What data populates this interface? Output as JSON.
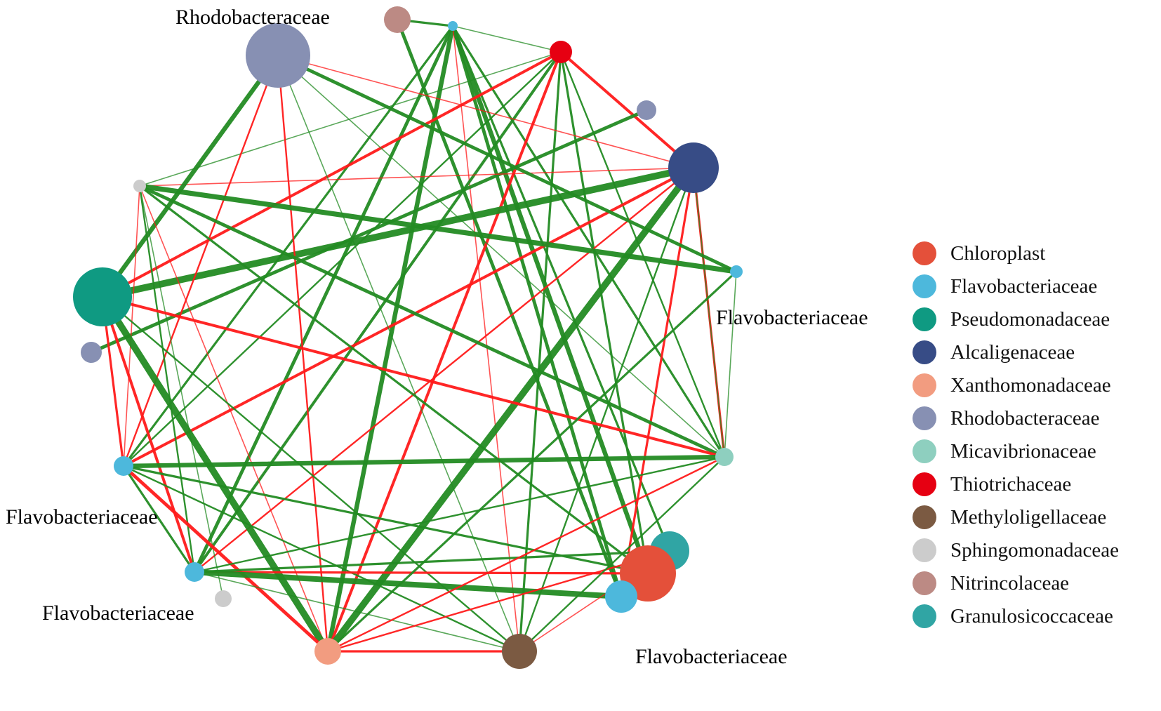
{
  "colors": {
    "positive_edge": "#238b23",
    "negative_edge": "#ff1a1a"
  },
  "legend": [
    {
      "label": "Chloroplast",
      "color": "#e4503a"
    },
    {
      "label": "Flavobacteriaceae",
      "color": "#4db8dc"
    },
    {
      "label": "Pseudomonadaceae",
      "color": "#0f9a82"
    },
    {
      "label": "Alcaligenaceae",
      "color": "#374c86"
    },
    {
      "label": "Xanthomonadaceae",
      "color": "#f29c80"
    },
    {
      "label": "Rhodobacteraceae",
      "color": "#8790b3"
    },
    {
      "label": "Micavibrionaceae",
      "color": "#8ecfbf"
    },
    {
      "label": "Thiotrichaceae",
      "color": "#e60012"
    },
    {
      "label": "Methyloligellaceae",
      "color": "#7b5a42"
    },
    {
      "label": "Sphingomonadaceae",
      "color": "#cccccc"
    },
    {
      "label": "Nitrincolaceae",
      "color": "#bc8a84"
    },
    {
      "label": "Granulosicoccaceae",
      "color": "#30a5a4"
    }
  ],
  "node_labels": {
    "rhodo_big": "Rhodobacteraceae",
    "flavo_right": "Flavobacteriaceae",
    "flavo_left": "Flavobacteriaceae",
    "flavo_lowleft": "Flavobacteriaceae",
    "flavo_bottom": "Flavobacteriaceae"
  },
  "nodes": [
    {
      "id": "rhodo_big",
      "family": "Rhodobacteraceae"
    },
    {
      "id": "nitrin",
      "family": "Nitrincolaceae"
    },
    {
      "id": "flavo_top",
      "family": "Flavobacteriaceae"
    },
    {
      "id": "thio",
      "family": "Thiotrichaceae"
    },
    {
      "id": "rhodo_sm1",
      "family": "Rhodobacteraceae"
    },
    {
      "id": "alcal",
      "family": "Alcaligenaceae"
    },
    {
      "id": "flavo_right",
      "family": "Flavobacteriaceae"
    },
    {
      "id": "mica",
      "family": "Micavibrionaceae"
    },
    {
      "id": "granu",
      "family": "Granulosicoccaceae"
    },
    {
      "id": "chloro",
      "family": "Chloroplast"
    },
    {
      "id": "flavo_bottom",
      "family": "Flavobacteriaceae"
    },
    {
      "id": "methyl",
      "family": "Methyloligellaceae"
    },
    {
      "id": "xantho",
      "family": "Xanthomonadaceae"
    },
    {
      "id": "sphingo2",
      "family": "Sphingomonadaceae"
    },
    {
      "id": "flavo_lowleft",
      "family": "Flavobacteriaceae"
    },
    {
      "id": "flavo_left",
      "family": "Flavobacteriaceae"
    },
    {
      "id": "rhodo_sm2",
      "family": "Rhodobacteraceae"
    },
    {
      "id": "pseudo",
      "family": "Pseudomonadaceae"
    },
    {
      "id": "sphingo1",
      "family": "Sphingomonadaceae"
    }
  ],
  "edges": [
    {
      "a": "flavo_top",
      "b": "nitrin",
      "sign": "positive",
      "weight": 2
    },
    {
      "a": "flavo_top",
      "b": "thio",
      "sign": "positive",
      "weight": 1
    },
    {
      "a": "flavo_top",
      "b": "chloro",
      "sign": "positive",
      "weight": 4
    },
    {
      "a": "flavo_top",
      "b": "flavo_bottom",
      "sign": "positive",
      "weight": 3
    },
    {
      "a": "flavo_top",
      "b": "mica",
      "sign": "positive",
      "weight": 2
    },
    {
      "a": "flavo_top",
      "b": "granu",
      "sign": "positive",
      "weight": 2
    },
    {
      "a": "flavo_top",
      "b": "flavo_lowleft",
      "sign": "positive",
      "weight": 3
    },
    {
      "a": "flavo_top",
      "b": "xantho",
      "sign": "positive",
      "weight": 4
    },
    {
      "a": "flavo_top",
      "b": "flavo_left",
      "sign": "positive",
      "weight": 2
    },
    {
      "a": "flavo_top",
      "b": "methyl",
      "sign": "negative",
      "weight": 1
    },
    {
      "a": "nitrin",
      "b": "flavo_bottom",
      "sign": "positive",
      "weight": 3
    },
    {
      "a": "thio",
      "b": "alcal",
      "sign": "negative",
      "weight": 2.5
    },
    {
      "a": "thio",
      "b": "pseudo",
      "sign": "negative",
      "weight": 2.5
    },
    {
      "a": "thio",
      "b": "flavo_lowleft",
      "sign": "positive",
      "weight": 2.5
    },
    {
      "a": "thio",
      "b": "xantho",
      "sign": "negative",
      "weight": 2.5
    },
    {
      "a": "thio",
      "b": "methyl",
      "sign": "positive",
      "weight": 2
    },
    {
      "a": "thio",
      "b": "chloro",
      "sign": "positive",
      "weight": 2
    },
    {
      "a": "thio",
      "b": "mica",
      "sign": "positive",
      "weight": 1.5
    },
    {
      "a": "thio",
      "b": "sphingo1",
      "sign": "positive",
      "weight": 1
    },
    {
      "a": "thio",
      "b": "flavo_left",
      "sign": "positive",
      "weight": 1.5
    },
    {
      "a": "rhodo_sm1",
      "b": "rhodo_sm2",
      "sign": "positive",
      "weight": 3
    },
    {
      "a": "alcal",
      "b": "rhodo_big",
      "sign": "negative",
      "weight": 1
    },
    {
      "a": "alcal",
      "b": "sphingo1",
      "sign": "negative",
      "weight": 1
    },
    {
      "a": "alcal",
      "b": "pseudo",
      "sign": "positive",
      "weight": 6
    },
    {
      "a": "alcal",
      "b": "flavo_left",
      "sign": "negative",
      "weight": 2.5
    },
    {
      "a": "alcal",
      "b": "xantho",
      "sign": "positive",
      "weight": 6
    },
    {
      "a": "alcal",
      "b": "flavo_lowleft",
      "sign": "negative",
      "weight": 1.5
    },
    {
      "a": "alcal",
      "b": "flavo_bottom",
      "sign": "negative",
      "weight": 2
    },
    {
      "a": "alcal",
      "b": "mica",
      "sign": "negative",
      "weight": 2
    },
    {
      "a": "alcal",
      "b": "methyl",
      "sign": "positive",
      "weight": 1.5
    },
    {
      "a": "rhodo_big",
      "b": "pseudo",
      "sign": "positive",
      "weight": 4
    },
    {
      "a": "rhodo_big",
      "b": "flavo_left",
      "sign": "negative",
      "weight": 1.5
    },
    {
      "a": "rhodo_big",
      "b": "xantho",
      "sign": "negative",
      "weight": 1.5
    },
    {
      "a": "rhodo_big",
      "b": "mica",
      "sign": "positive",
      "weight": 1
    },
    {
      "a": "rhodo_big",
      "b": "flavo_right",
      "sign": "positive",
      "weight": 3
    },
    {
      "a": "rhodo_big",
      "b": "methyl",
      "sign": "positive",
      "weight": 1
    },
    {
      "a": "sphingo1",
      "b": "flavo_right",
      "sign": "positive",
      "weight": 4.5
    },
    {
      "a": "sphingo1",
      "b": "mica",
      "sign": "positive",
      "weight": 3
    },
    {
      "a": "sphingo1",
      "b": "chloro",
      "sign": "positive",
      "weight": 2
    },
    {
      "a": "sphingo1",
      "b": "xantho",
      "sign": "negative",
      "weight": 1
    },
    {
      "a": "sphingo1",
      "b": "flavo_lowleft",
      "sign": "positive",
      "weight": 1.5
    },
    {
      "a": "sphingo1",
      "b": "sphingo2",
      "sign": "positive",
      "weight": 1
    },
    {
      "a": "sphingo1",
      "b": "flavo_left",
      "sign": "negative",
      "weight": 1
    },
    {
      "a": "pseudo",
      "b": "xantho",
      "sign": "positive",
      "weight": 6
    },
    {
      "a": "pseudo",
      "b": "flavo_lowleft",
      "sign": "negative",
      "weight": 2.5
    },
    {
      "a": "pseudo",
      "b": "mica",
      "sign": "negative",
      "weight": 2.5
    },
    {
      "a": "pseudo",
      "b": "flavo_left",
      "sign": "negative",
      "weight": 2
    },
    {
      "a": "pseudo",
      "b": "methyl",
      "sign": "positive",
      "weight": 1.5
    },
    {
      "a": "flavo_left",
      "b": "mica",
      "sign": "positive",
      "weight": 4
    },
    {
      "a": "flavo_left",
      "b": "xantho",
      "sign": "negative",
      "weight": 3
    },
    {
      "a": "flavo_left",
      "b": "chloro",
      "sign": "positive",
      "weight": 2
    },
    {
      "a": "flavo_left",
      "b": "methyl",
      "sign": "positive",
      "weight": 1.5
    },
    {
      "a": "flavo_left",
      "b": "flavo_lowleft",
      "sign": "positive",
      "weight": 2
    },
    {
      "a": "flavo_lowleft",
      "b": "chloro",
      "sign": "negative",
      "weight": 2
    },
    {
      "a": "flavo_lowleft",
      "b": "flavo_bottom",
      "sign": "positive",
      "weight": 5
    },
    {
      "a": "flavo_lowleft",
      "b": "granu",
      "sign": "positive",
      "weight": 2
    },
    {
      "a": "flavo_lowleft",
      "b": "mica",
      "sign": "positive",
      "weight": 1.5
    },
    {
      "a": "flavo_lowleft",
      "b": "methyl",
      "sign": "positive",
      "weight": 1
    },
    {
      "a": "xantho",
      "b": "methyl",
      "sign": "negative",
      "weight": 2
    },
    {
      "a": "xantho",
      "b": "mica",
      "sign": "negative",
      "weight": 1.5
    },
    {
      "a": "xantho",
      "b": "granu",
      "sign": "negative",
      "weight": 1.5
    },
    {
      "a": "xantho",
      "b": "flavo_right",
      "sign": "positive",
      "weight": 2
    },
    {
      "a": "methyl",
      "b": "mica",
      "sign": "positive",
      "weight": 1.5
    },
    {
      "a": "methyl",
      "b": "granu",
      "sign": "negative",
      "weight": 1
    },
    {
      "a": "mica",
      "b": "flavo_right",
      "sign": "positive",
      "weight": 1
    },
    {
      "a": "mica",
      "b": "alcal",
      "sign": "positive",
      "weight": 1
    }
  ]
}
